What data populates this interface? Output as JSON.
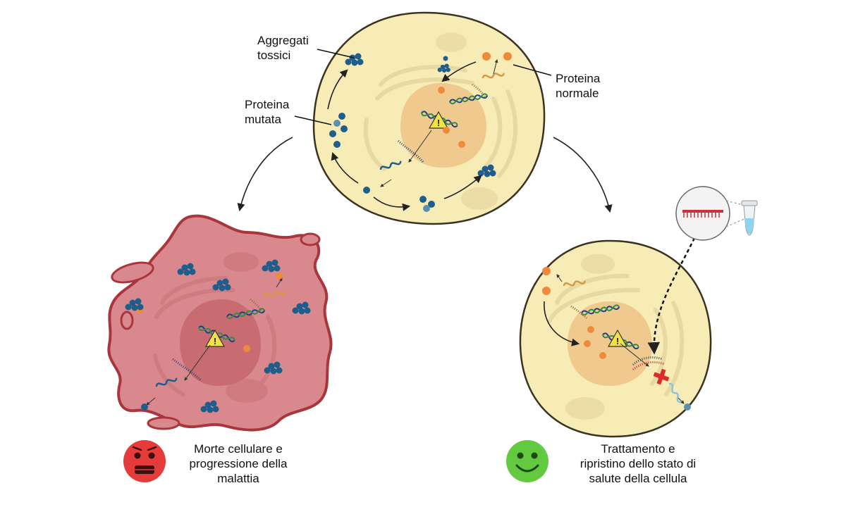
{
  "labels": {
    "toxic_aggregates": "Aggregati\ntossici",
    "mutated_protein": "Proteina\nmutata",
    "normal_protein": "Proteina\nnormale",
    "death_caption": "Morte cellulare e\nprogressione della\nmalattia",
    "treatment_caption": "Trattamento e\nripristino dello stato di\nsalute della cellula"
  },
  "colors": {
    "cell_fill": "#f7ebb6",
    "cell_stroke": "#3a3320",
    "nucleus_fill": "#f0c98f",
    "dying_cell_fill": "#d9898d",
    "dying_cell_stroke": "#a9363c",
    "aggregate_blue": "#1f5e8c",
    "normal_protein_orange": "#ef8a3c",
    "warning_yellow": "#f2e24a",
    "sad_face_red": "#e53b3b",
    "happy_face_green": "#62c940",
    "drug_strand_red": "#c8333b",
    "block_red": "#e02a2a"
  },
  "icons": [
    "warning-icon",
    "sad-face-icon",
    "happy-face-icon",
    "test-tube-icon",
    "block-x-icon"
  ]
}
